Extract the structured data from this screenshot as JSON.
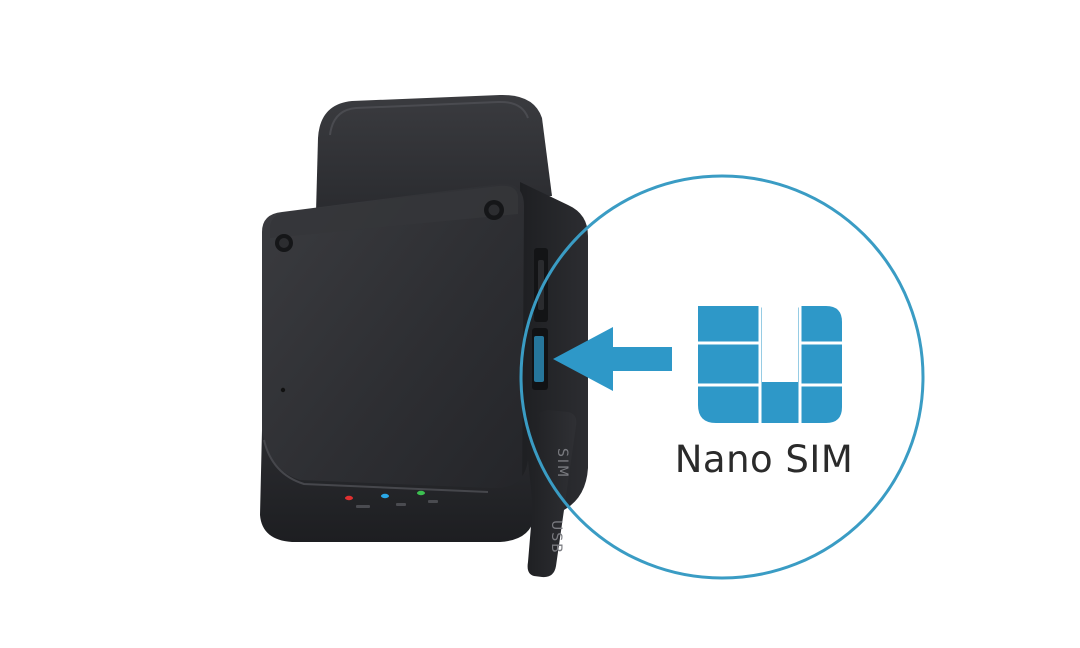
{
  "caption": {
    "label": "Nano SIM"
  },
  "port_labels": {
    "usb": "USB",
    "sim": "SIM"
  },
  "colors": {
    "accent": "#3a9cc4",
    "sim_card": "#2e98c8",
    "device_body": "#2a2b2e",
    "background": "#ffffff",
    "caption_text": "#2b2b2b",
    "led_red": "#e03030",
    "led_blue": "#2aa8e8",
    "led_green": "#3cc050"
  },
  "icons": {
    "sim": "sim-card-icon",
    "arrow": "arrow-left-icon",
    "device": "obd-tracker-device"
  }
}
